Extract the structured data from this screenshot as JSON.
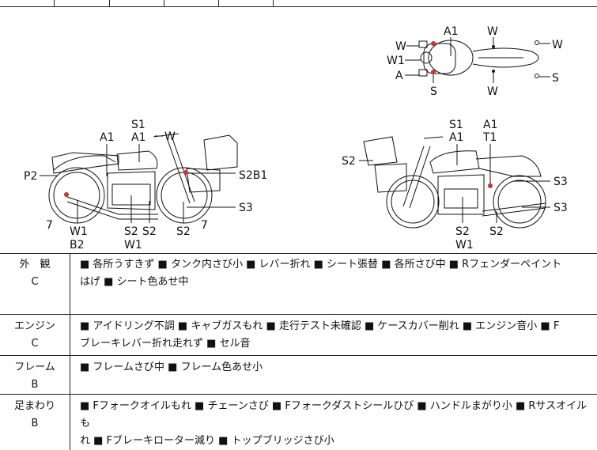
{
  "diagram": {
    "top_view": {
      "A1": "A1",
      "W_top": "W",
      "W_left": "W",
      "W1": "W1",
      "A": "A",
      "S_bottom": "S",
      "W_bottom": "W",
      "W_right": "W",
      "S_right": "S"
    },
    "left_view": {
      "S1": "S1",
      "A1a": "A1",
      "A1b": "A1",
      "W": "W",
      "P2": "P2",
      "S2B1": "S2B1",
      "S3": "S3",
      "S2a": "S2",
      "S2b": "S2",
      "S2c": "S2",
      "W1a": "W1",
      "W1b": "W1",
      "B2": "B2",
      "seven_a": "7",
      "seven_b": "7"
    },
    "right_view": {
      "S1": "S1",
      "A1a": "A1",
      "A1b": "A1",
      "T1": "T1",
      "S2": "S2",
      "S3a": "S3",
      "S3b": "S3",
      "S2b": "S2",
      "S2c": "S2",
      "W1": "W1"
    }
  },
  "sections": [
    {
      "name": "外　観",
      "grade": "C",
      "lines": [
        "■ 各所うすきず ■ タンク内さび小 ■ レバー折れ ■ シート張替 ■ 各所さび中 ■ Rフェンダーペイント",
        "はげ ■ シート色あせ中"
      ]
    },
    {
      "name": "エンジン",
      "grade": "C",
      "lines": [
        "■ アイドリング不調 ■ キャブガスもれ ■ 走行テスト未確認 ■ ケースカバー削れ ■ エンジン音小 ■ F",
        "ブレーキレバー折れ走れず ■ セル音"
      ]
    },
    {
      "name": "フレーム",
      "grade": "B",
      "lines": [
        "■ フレームさび中 ■ フレーム色あせ小"
      ]
    },
    {
      "name": "足まわり",
      "grade": "B",
      "lines": [
        "■ Fフォークオイルもれ ■ チェーンさび ■ Fフォークダストシールひび ■ ハンドルまがり小 ■ Rサスオイルも",
        "れ ■ Fブレーキローター減り ■ トップブリッジさび小"
      ]
    }
  ]
}
